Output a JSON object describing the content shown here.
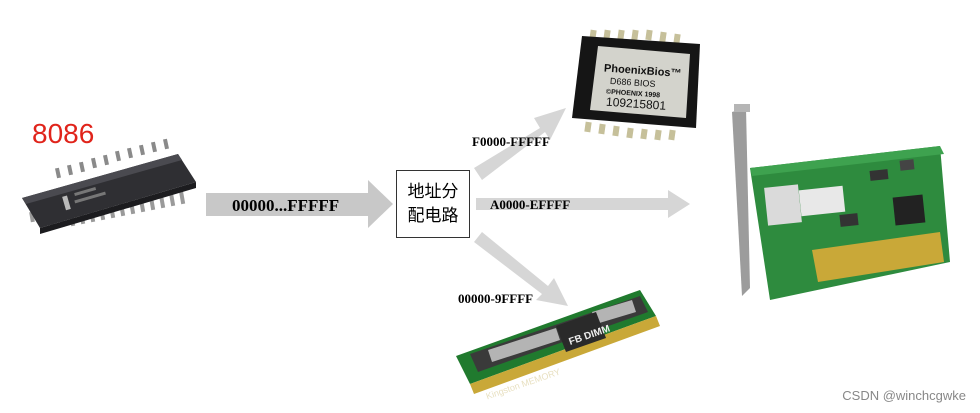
{
  "cpu": {
    "label": "8086"
  },
  "address_main": "00000...FFFFF",
  "decoder": {
    "label": "地址分配电路"
  },
  "routes": {
    "bios": "F0000-FFFFF",
    "nic": "A0000-EFFFF",
    "ram": "00000-9FFFF"
  },
  "bios_chip": {
    "line1": "PhoenixBios™",
    "line2": "D686 BIOS",
    "line3": "©PHOENIX 1998",
    "line4": "109215801"
  },
  "ram_brand": "Kingston MEMORY",
  "ram_badge": "FB DIMM",
  "watermark": "CSDN @winchcgwke"
}
